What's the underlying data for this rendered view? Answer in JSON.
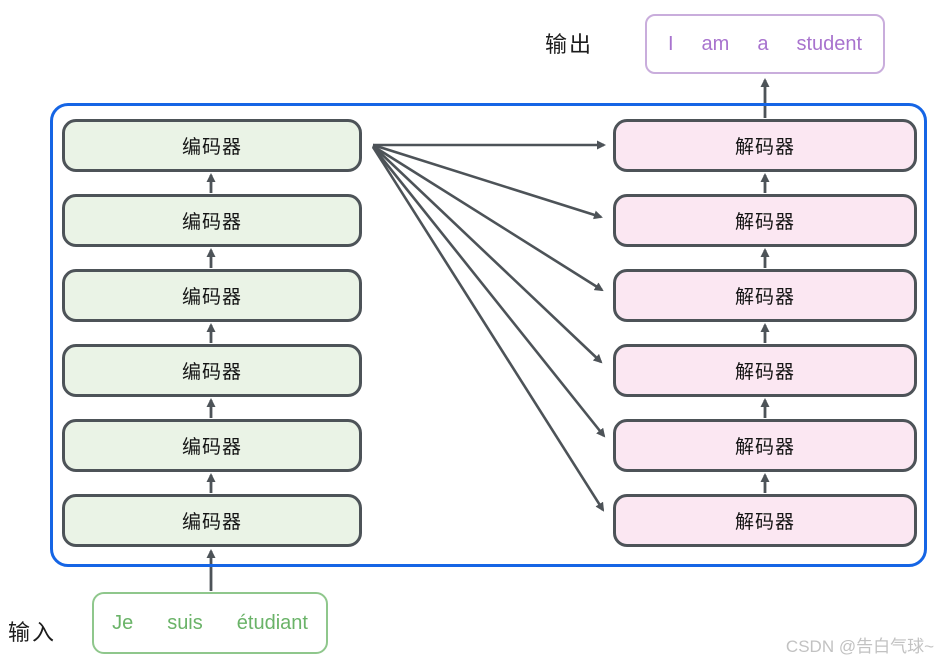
{
  "labels": {
    "output": "输出",
    "input": "输入"
  },
  "output_box": {
    "words": [
      "I",
      "am",
      "a",
      "student"
    ],
    "border_color": "#c9addc",
    "text_color": "#a873ce"
  },
  "input_box": {
    "words": [
      "Je",
      "suis",
      "étudiant"
    ],
    "border_color": "#8fc78c",
    "text_color": "#6ab368"
  },
  "encoders": [
    "编码器",
    "编码器",
    "编码器",
    "编码器",
    "编码器",
    "编码器"
  ],
  "decoders": [
    "解码器",
    "解码器",
    "解码器",
    "解码器",
    "解码器",
    "解码器"
  ],
  "colors": {
    "encoder_fill": "#eaf3e6",
    "decoder_fill": "#fbe7f2",
    "box_border": "#4d5358",
    "container_border": "#1565e5",
    "arrow": "#4d5358",
    "output_border": "#c9addc",
    "output_text": "#a873ce",
    "input_border": "#8fc78c",
    "input_text": "#6ab368"
  },
  "watermark": "CSDN @告白气球~"
}
